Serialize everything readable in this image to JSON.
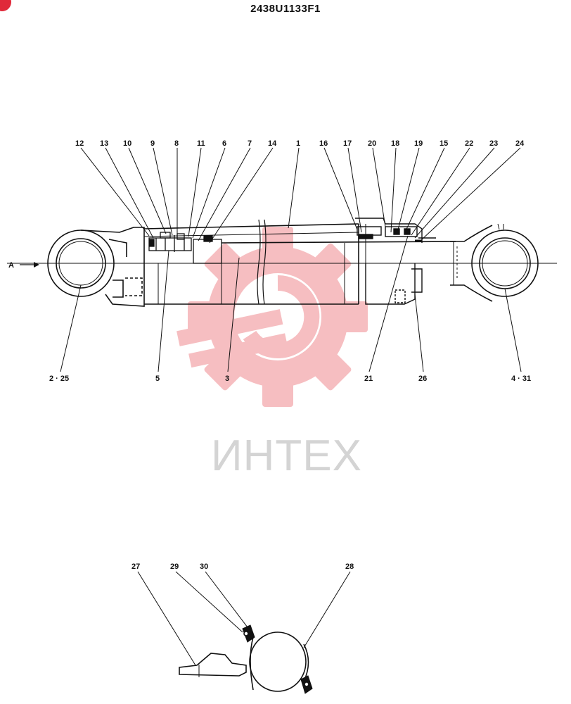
{
  "drawing": {
    "title": "2438U1133F1",
    "view_arrow_label": "A",
    "watermark_text": "ИНТЕХ"
  },
  "main_callouts": {
    "top": [
      "12",
      "13",
      "10",
      "9",
      "8",
      "11",
      "6",
      "7",
      "14",
      "1",
      "16",
      "17",
      "20",
      "18",
      "19",
      "15",
      "22",
      "23",
      "24"
    ],
    "bottom": [
      "2 · 25",
      "5",
      "3",
      "21",
      "26",
      "4 · 31"
    ]
  },
  "detail_callouts": [
    "27",
    "29",
    "30",
    "28"
  ],
  "colors": {
    "line": "#111111",
    "watermark": "#f08a8f",
    "badge": "#e0293a"
  }
}
